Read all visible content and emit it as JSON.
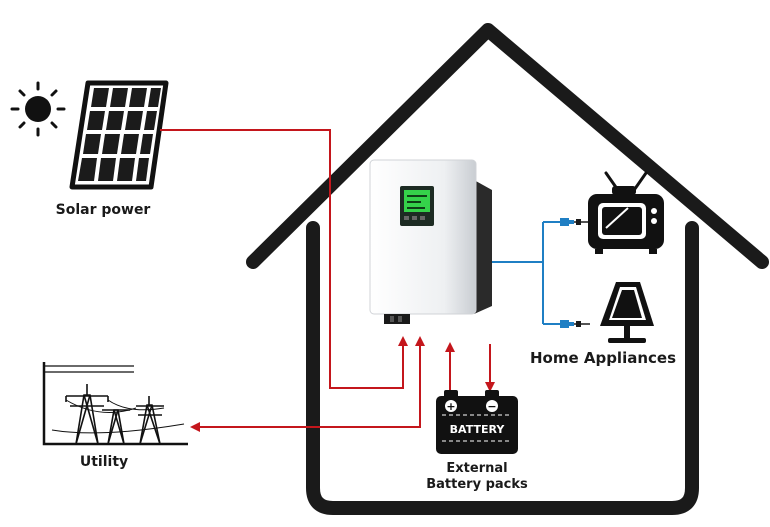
{
  "labels": {
    "solar": "Solar power",
    "utility": "Utility",
    "appliances": "Home Appliances",
    "battery_text": "BATTERY",
    "battery_plus": "+",
    "battery_minus": "−",
    "external_line1": "External",
    "external_line2": "Battery packs"
  },
  "colors": {
    "house_outline": "#1a1a1a",
    "power_line": "#c4161c",
    "load_line": "#1f7fc4",
    "panel_cell": "#1b1b1b",
    "inverter_body": "#f1f2f3",
    "display_screen": "#35d24a",
    "battery_body": "#111111"
  },
  "icons": [
    "sun-icon",
    "solar-panel-icon",
    "transmission-tower-icon",
    "inverter-icon",
    "battery-icon",
    "tv-icon",
    "lamp-icon",
    "plug-icon"
  ]
}
